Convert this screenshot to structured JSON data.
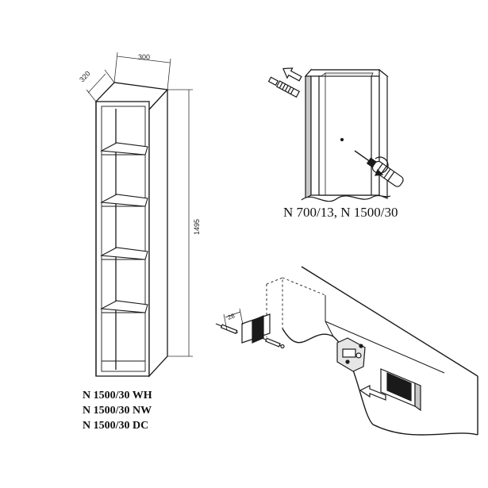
{
  "dimensions": {
    "width": "300",
    "depth": "320",
    "height": "1495",
    "screw_offset": "28"
  },
  "install_caption": "N 700/13, N 1500/30",
  "models": [
    "N 1500/30 WH",
    "N 1500/30 NW",
    "N 1500/30 DC"
  ],
  "colors": {
    "line": "#1a1a1a",
    "panel_shade": "#c8c8c8",
    "dim_line": "#333333"
  }
}
